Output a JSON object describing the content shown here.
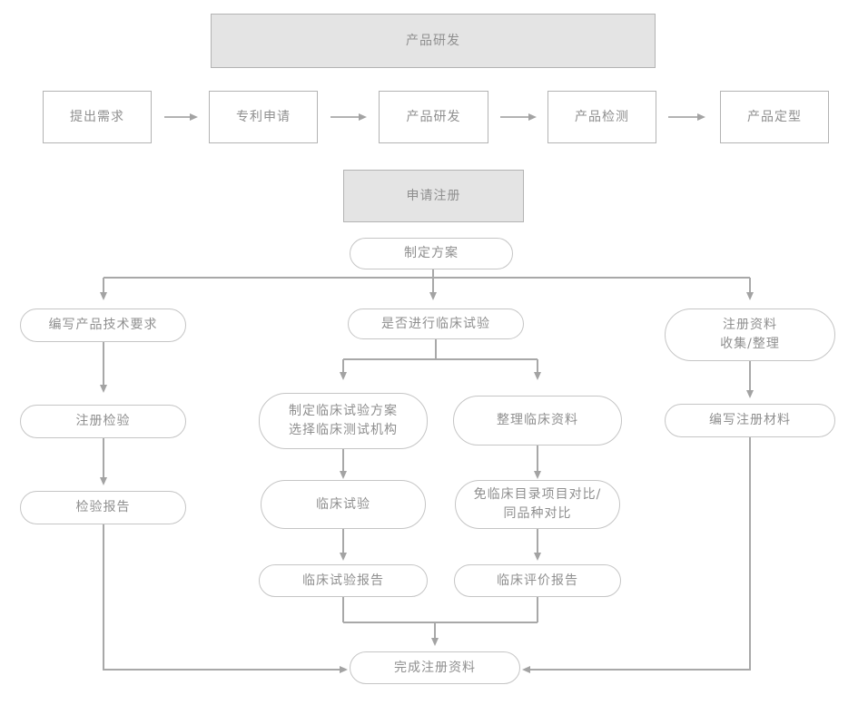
{
  "colors": {
    "header_fill": "#e4e4e4",
    "header_border": "#b3b3b3",
    "box_border": "#b3b3b3",
    "pill_border": "#c5c5c5",
    "text": "#8f8f8f",
    "connector": "#a8a8a8"
  },
  "headers": {
    "product_dev": "产品研发",
    "apply_registration": "申请注册"
  },
  "top_row": [
    "提出需求",
    "专利申请",
    "产品研发",
    "产品检测",
    "产品定型"
  ],
  "nodes": {
    "make_plan": "制定方案",
    "write_product_tech_requirements": "编写产品技术要求",
    "registration_inspection": "注册检验",
    "inspection_report": "检验报告",
    "clinical_trial_decision": "是否进行临床试验",
    "clinical_plan_line1": "制定临床试验方案",
    "clinical_plan_line2": "选择临床测试机构",
    "organize_clinical_data": "整理临床资料",
    "clinical_trial": "临床试验",
    "exempt_line1": "免临床目录项目对比/",
    "exempt_line2": "同品种对比",
    "clinical_trial_report": "临床试验报告",
    "clinical_evaluation_report": "临床评价报告",
    "registration_data_line1": "注册资料",
    "registration_data_line2": "收集/整理",
    "write_registration_materials": "编写注册材料",
    "complete_registration_data": "完成注册资料"
  }
}
